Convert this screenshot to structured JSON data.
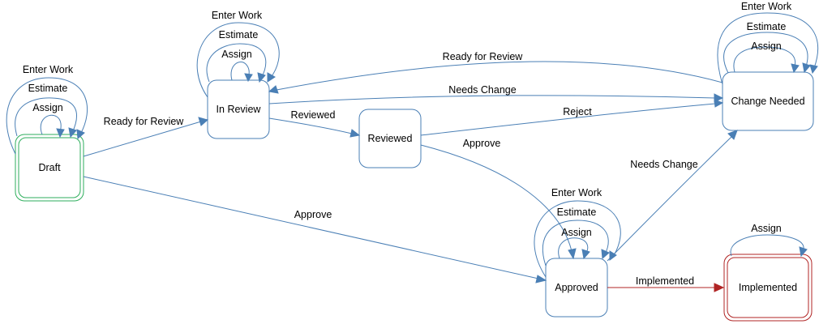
{
  "nodes": {
    "draft": "Draft",
    "in_review": "In Review",
    "reviewed": "Reviewed",
    "change_needed": "Change Needed",
    "approved": "Approved",
    "implemented": "Implemented"
  },
  "edges": {
    "draft_assign": "Assign",
    "draft_estimate": "Estimate",
    "draft_enter_work": "Enter Work",
    "draft_ready_for_review": "Ready for Review",
    "draft_approve": "Approve",
    "inreview_assign": "Assign",
    "inreview_estimate": "Estimate",
    "inreview_enter_work": "Enter Work",
    "inreview_reviewed": "Reviewed",
    "inreview_needs_change": "Needs Change",
    "reviewed_reject": "Reject",
    "reviewed_approve": "Approve",
    "change_ready_for_review": "Ready for Review",
    "change_assign": "Assign",
    "change_estimate": "Estimate",
    "change_enter_work": "Enter Work",
    "approved_assign": "Assign",
    "approved_estimate": "Estimate",
    "approved_enter_work": "Enter Work",
    "approved_needs_change": "Needs Change",
    "approved_implemented": "Implemented",
    "implemented_assign": "Assign"
  },
  "colors": {
    "edge": "#4a7fb5",
    "start_state": "#2eae5c",
    "final_state": "#b02424"
  }
}
